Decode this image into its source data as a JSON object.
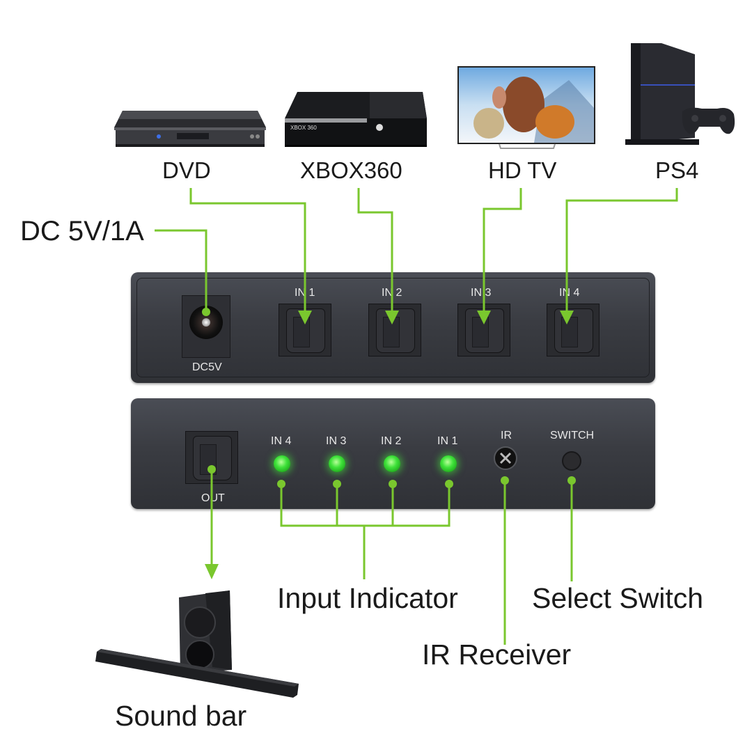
{
  "title": "4-in-1-out Optical Audio Switch Connection Diagram",
  "colors": {
    "connector_line": "#7ac72e",
    "led_on": "#3fe23a",
    "panel": "#3a3c42",
    "text": "#1a1a1a",
    "panel_text": "#e8e8e8"
  },
  "source_devices": [
    {
      "label": "DVD",
      "icon": "dvd-player-icon",
      "connects_to": "IN 1"
    },
    {
      "label": "XBOX360",
      "icon": "game-console-icon",
      "connects_to": "IN 2"
    },
    {
      "label": "HD TV",
      "icon": "television-icon",
      "connects_to": "IN 3"
    },
    {
      "label": "PS4",
      "icon": "game-console-with-controller-icon",
      "connects_to": "IN 4"
    }
  ],
  "power": {
    "label": "DC 5V/1A",
    "connects_to": "DC5V"
  },
  "rear_panel": {
    "dc_jack_label": "DC5V",
    "inputs": [
      "IN 1",
      "IN 2",
      "IN 3",
      "IN 4"
    ]
  },
  "front_panel": {
    "output_label": "OUT",
    "indicators": [
      {
        "label": "IN 4",
        "state": "on"
      },
      {
        "label": "IN 3",
        "state": "on"
      },
      {
        "label": "IN 2",
        "state": "on"
      },
      {
        "label": "IN 1",
        "state": "on"
      }
    ],
    "ir_label": "IR",
    "switch_label": "SWITCH"
  },
  "callouts": {
    "input_indicator": "Input Indicator",
    "select_switch": "Select Switch",
    "ir_receiver": "IR Receiver",
    "sound_bar": "Sound bar"
  }
}
